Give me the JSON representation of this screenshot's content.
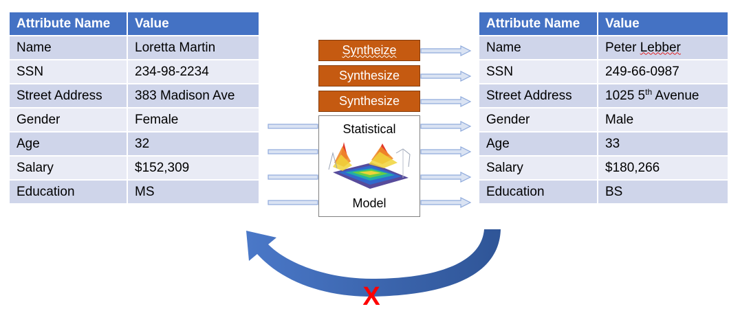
{
  "left_table": {
    "header": {
      "attribute": "Attribute Name",
      "value": "Value"
    },
    "rows": [
      {
        "attribute": "Name",
        "value": "Loretta Martin"
      },
      {
        "attribute": "SSN",
        "value": "234-98-2234"
      },
      {
        "attribute": "Street Address",
        "value": "383 Madison Ave"
      },
      {
        "attribute": "Gender",
        "value": "Female"
      },
      {
        "attribute": "Age",
        "value": "32"
      },
      {
        "attribute": "Salary",
        "value": "$152,309"
      },
      {
        "attribute": "Education",
        "value": "MS"
      }
    ]
  },
  "right_table": {
    "header": {
      "attribute": "Attribute Name",
      "value": "Value"
    },
    "rows": [
      {
        "attribute": "Name",
        "value_first": "Peter",
        "value_last": "Lebber"
      },
      {
        "attribute": "SSN",
        "value": "249-66-0987"
      },
      {
        "attribute": "Street Address",
        "value_pre": "1025 5",
        "value_sup": "th",
        "value_post": " Avenue"
      },
      {
        "attribute": "Gender",
        "value": "Male"
      },
      {
        "attribute": "Age",
        "value": "33"
      },
      {
        "attribute": "Salary",
        "value": "$180,266"
      },
      {
        "attribute": "Education",
        "value": "BS"
      }
    ]
  },
  "synthesize_buttons": [
    "Syntheize",
    "Synthesize",
    "Synthesize"
  ],
  "model": {
    "line1": "Statistical",
    "line2": "Model"
  },
  "no_return_mark": "X",
  "colors": {
    "header_blue": "#4472c4",
    "row_dark": "#cfd5ea",
    "row_light": "#e9ebf5",
    "synth_orange": "#c55a11",
    "arrow_fill": "#dae3f3",
    "arrow_stroke": "#8faadc",
    "curve_blue": "#2f5597",
    "x_red": "#ff0000"
  }
}
